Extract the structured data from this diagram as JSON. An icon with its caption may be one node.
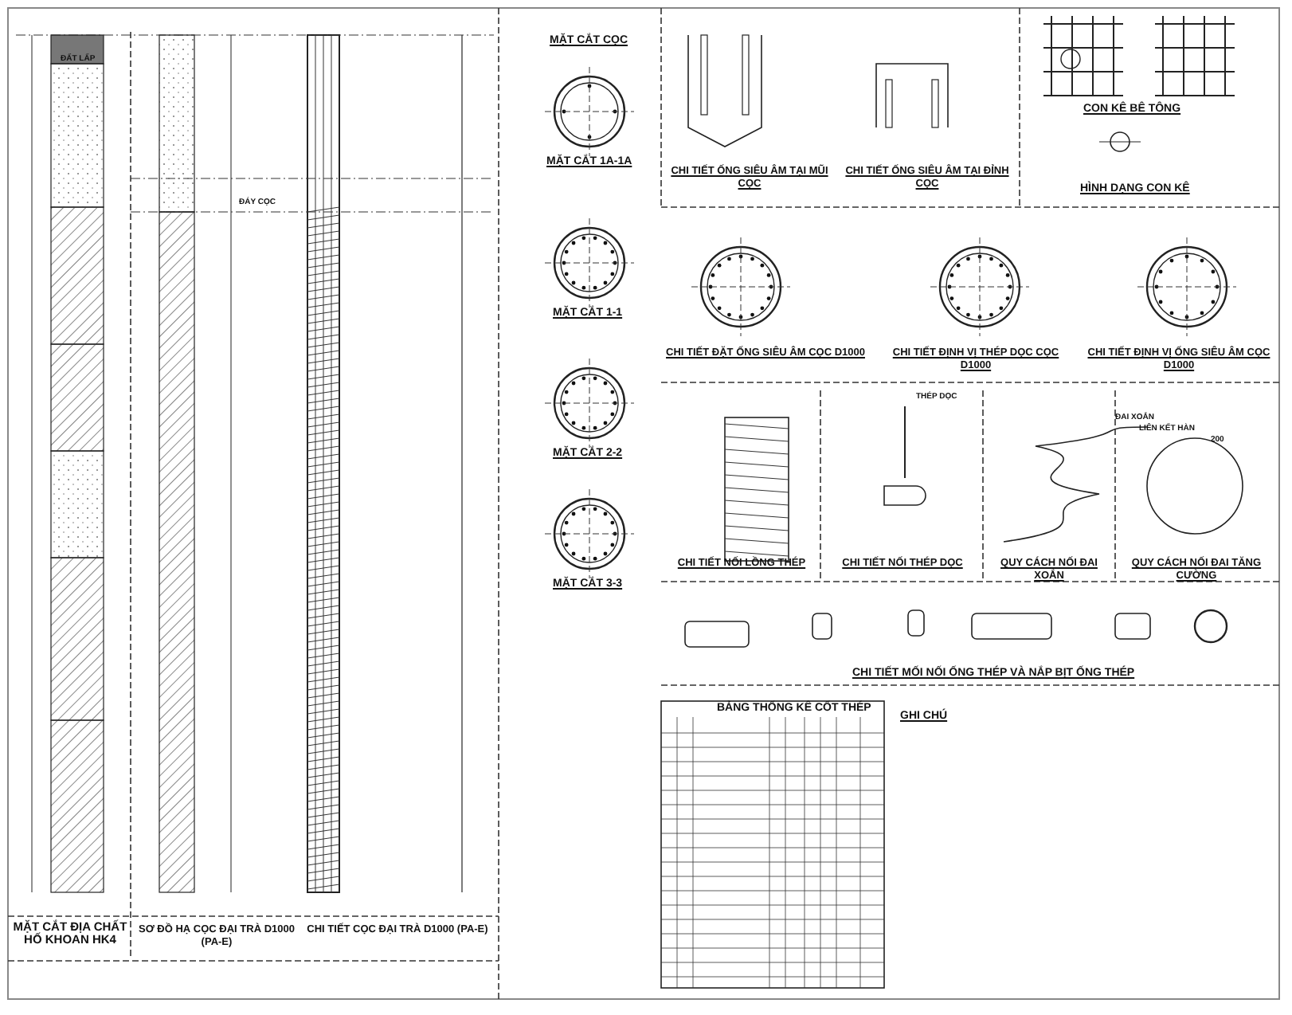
{
  "diagram": {
    "labels": [
      "MẶT CẮT ĐỊA CHẤT HỐ KHOAN HK4",
      "SƠ ĐỒ HẠ CỌC ĐẠI TRÀ D1000 (PA-E)",
      "CHI TIẾT CỌC ĐẠI TRÀ D1000 (PA-E)",
      "MẶT CẮT CỌC",
      "MẶT CẮT 1A-1A",
      "MẶT CẮT 1-1",
      "MẶT CẮT 2-2",
      "MẶT CẮT 3-3",
      "CHI TIẾT ỐNG SIÊU ÂM TẠI MŨI CỌC",
      "CHI TIẾT ỐNG SIÊU ÂM TẠI ĐỈNH CỌC",
      "CON KÊ BÊ TÔNG",
      "HÌNH DẠNG CON KÊ",
      "CHI TIẾT ĐẶT ỐNG SIÊU ÂM CỌC D1000",
      "CHI TIẾT ĐỊNH VỊ THÉP DỌC CỌC D1000",
      "CHI TIẾT ĐỊNH VỊ ỐNG SIÊU ÂM CỌC D1000",
      "CHI TIẾT NỐI LỒNG THÉP",
      "CHI TIẾT NỐI THÉP DỌC",
      "QUY CÁCH NỐI ĐAI XOẮN",
      "QUY CÁCH NỐI ĐAI TĂNG CƯỜNG",
      "CHI TIẾT MỐI NỐI ỐNG THÉP VÀ NẮP BỊT ỐNG THÉP",
      "BẢNG THỐNG KÊ CỐT THÉP",
      "GHI CHÚ",
      "ĐẤT LẤP",
      "ĐÁY CỌC",
      "THÉP DỌC",
      "ĐAI XOẮN",
      "LIÊN KẾT HÀN",
      "200"
    ]
  }
}
